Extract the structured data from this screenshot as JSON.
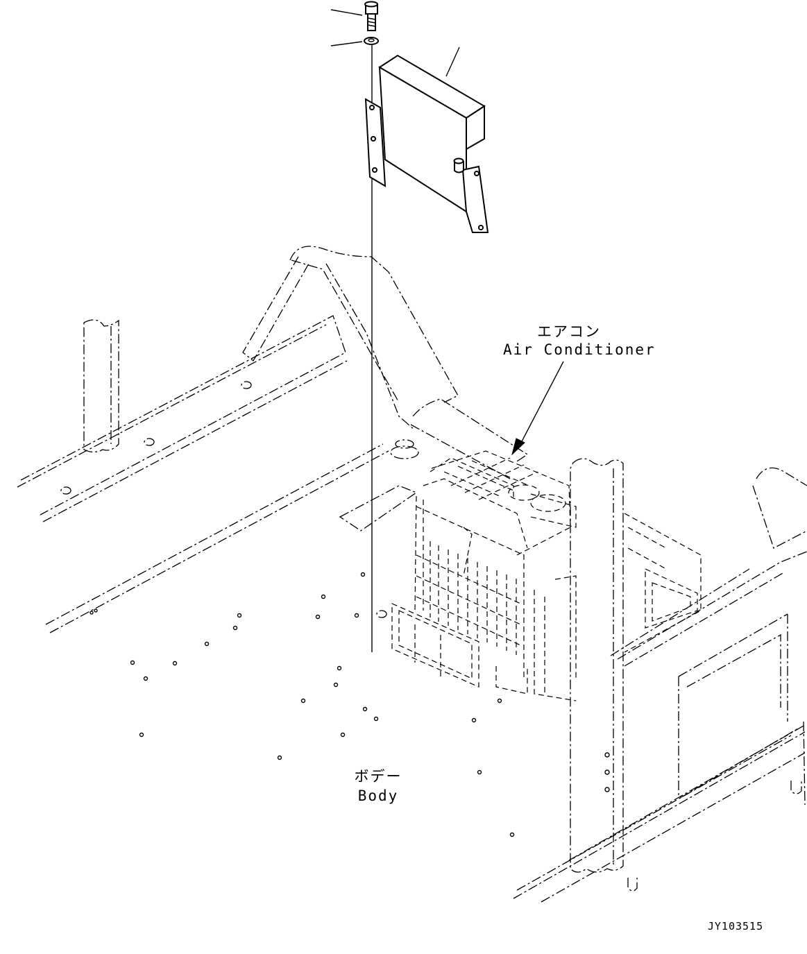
{
  "labels": {
    "air_conditioner_ja": "エアコン",
    "air_conditioner_en": "Air Conditioner",
    "body_ja": "ボデー",
    "body_en": "Body",
    "drawing_id": "JY103515"
  }
}
